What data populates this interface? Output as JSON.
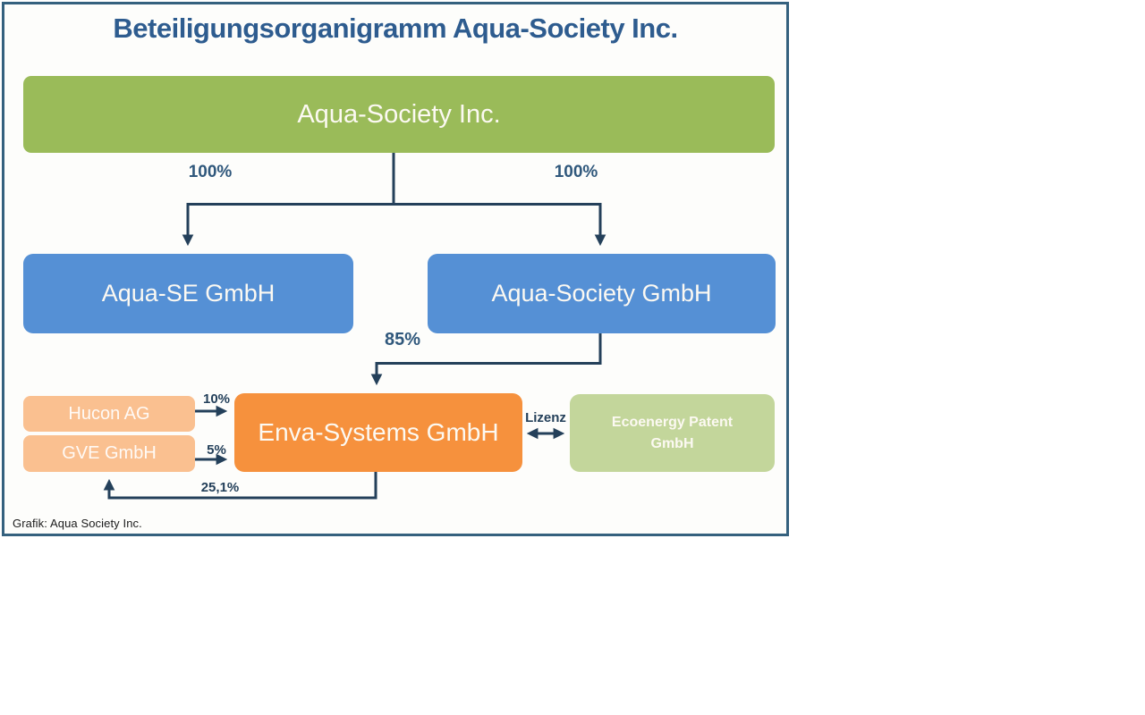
{
  "title": "Beteiligungsorganigramm Aqua-Society Inc.",
  "credit": "Grafik: Aqua Society Inc.",
  "colors": {
    "frame_border": "#35617E",
    "title_text": "#2E5C8F",
    "connector_line": "#24405A",
    "parent_box": "#9ABB59",
    "subsidiary_box": "#5590D5",
    "enva_box": "#F6913D",
    "minor_shareholder_box": "#FAC090",
    "patent_box": "#C3D69B",
    "box_text": "#FFFFFF"
  },
  "nodes": {
    "parent": {
      "label": "Aqua-Society Inc."
    },
    "subsidiary_left": {
      "label": "Aqua-SE GmbH"
    },
    "subsidiary_right": {
      "label": "Aqua-Society GmbH"
    },
    "enva": {
      "label": "Enva-Systems GmbH"
    },
    "hucon": {
      "label": "Hucon AG"
    },
    "gve": {
      "label": "GVE GmbH"
    },
    "ecoenergy": {
      "line1": "Ecoenergy Patent",
      "line2": "GmbH"
    }
  },
  "edges": {
    "inc_to_se_pct": "100%",
    "inc_to_gmbh_pct": "100%",
    "gmbh_to_enva_pct": "85%",
    "hucon_to_enva_pct": "10%",
    "gve_to_enva_pct": "5%",
    "enva_to_gve_pct": "25,1%",
    "enva_ecoenergy_label": "Lizenz"
  }
}
